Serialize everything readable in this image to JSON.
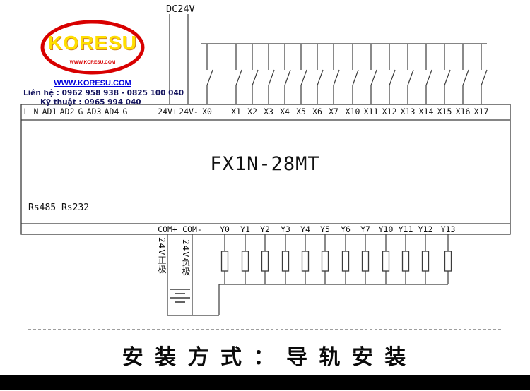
{
  "page": {
    "background": "#ffffff"
  },
  "logo": {
    "brand": "KORESU",
    "inner_caption": "WWW.KORESU.COM",
    "website_link": "WWW.KORESU.COM",
    "contact_line1": "Liên hệ : 0962 958 938 - 0825 100 040",
    "contact_line2": "Kỹ thuật : 0965 994 040",
    "ring_color": "#d80000",
    "brand_color": "#ffdf00",
    "link_color": "#0000dd"
  },
  "diagram": {
    "power_label": "DC24V",
    "plc_model": "FX1N-28MT",
    "comm_ports_label": "Rs485 Rs232",
    "top_terminals": [
      "L",
      "N",
      "AD1",
      "AD2",
      "G",
      "AD3",
      "AD4",
      "G",
      "24V+",
      "24V-",
      "X0",
      "X1",
      "X2",
      "X3",
      "X4",
      "X5",
      "X6",
      "X7",
      "X10",
      "X11",
      "X12",
      "X13",
      "X14",
      "X15",
      "X16",
      "X17"
    ],
    "bottom_terminals": [
      "COM+",
      "COM-",
      "Y0",
      "Y1",
      "Y2",
      "Y3",
      "Y4",
      "Y5",
      "Y6",
      "Y7",
      "Y10",
      "Y11",
      "Y12",
      "Y13"
    ],
    "supply_positive_label": "24V正极",
    "supply_negative_label": "24V负极",
    "line_color": "#3c3c3c"
  },
  "footer": {
    "installation_title": "安 装 方 式 ： 导 轨 安 装"
  }
}
